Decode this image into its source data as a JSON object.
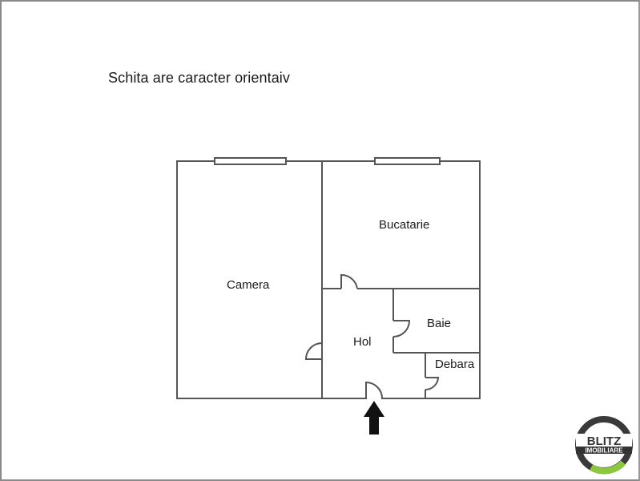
{
  "note": "Schita are caracter orientaiv",
  "rooms": [
    {
      "name": "Camera"
    },
    {
      "name": "Bucatarie"
    },
    {
      "name": "Hol"
    },
    {
      "name": "Baie"
    },
    {
      "name": "Debara"
    }
  ],
  "entrance": "entrance-arrow",
  "logo": {
    "line1": "BLITZ",
    "line2": "IMOBILIARE",
    "colors": {
      "ring": "#3a3a3a",
      "accent": "#8dc63f"
    }
  },
  "colors": {
    "wall": "#555555",
    "frame": "#8a8a8a"
  }
}
